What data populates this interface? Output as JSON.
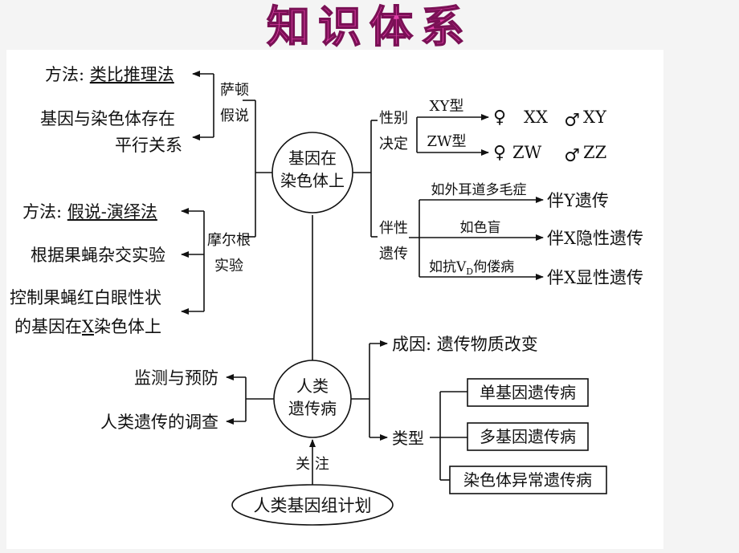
{
  "title": "知识体系",
  "center_top": {
    "line1": "基因在",
    "line2": "染色体上"
  },
  "center_bottom": {
    "line1": "人类",
    "line2": "遗传病"
  },
  "bottom_oval": "人类基因组计划",
  "focus_label": "关 注",
  "left": {
    "sutton": {
      "line1": "萨顿",
      "line2": "假说"
    },
    "morgan": {
      "line1": "摩尔根",
      "line2": "实验"
    },
    "method1_prefix": "方法: ",
    "method1": "类比推理法",
    "parallel1": "基因与染色体存在",
    "parallel2": "平行关系",
    "method2_prefix": "方法: ",
    "method2": "假说-演绎法",
    "fly_exp": "根据果蝇杂交实验",
    "control1": "控制果蝇红白眼性状",
    "control2_pre": "的基因在",
    "control2_x": "X",
    "control2_post": "染色体上",
    "monitor": "监测与预防",
    "survey": "人类遗传的调查"
  },
  "right": {
    "sex_det": {
      "line1": "性别",
      "line2": "决定"
    },
    "xy_type": "XY型",
    "zw_type": "ZW型",
    "female": "♀",
    "male": "♂",
    "xx": "XX",
    "xy": "XY",
    "zw": "ZW",
    "zz": "ZZ",
    "sex_linked": {
      "line1": "伴性",
      "line2": "遗传"
    },
    "ex1": "如外耳道多毛症",
    "ex2": "如色盲",
    "ex3_pre": "如抗V",
    "ex3_sub": "D",
    "ex3_post": "佝偻病",
    "res1": "伴Y遗传",
    "res2": "伴X隐性遗传",
    "res3": "伴X显性遗传",
    "cause": "成因: 遗传物质改变",
    "types": "类型",
    "type1": "单基因遗传病",
    "type2": "多基因遗传病",
    "type3": "染色体异常遗传病"
  }
}
